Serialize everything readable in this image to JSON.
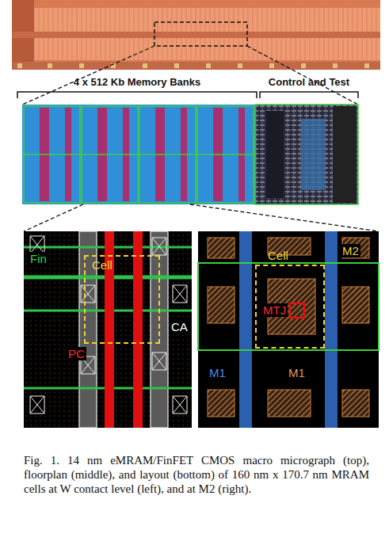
{
  "diagram": {
    "caption": "Fig. 1. 14 nm eMRAM/FinFET CMOS macro micrograph (top), floorplan (middle), and layout (bottom) of 160 nm x 170.7 nm MRAM cells at W contact level (left), and at M2 (right).",
    "nodes": [
      {
        "text": [
          "Cell"
        ]
      },
      {
        "text": [
          "Cell"
        ]
      }
    ],
    "labels": [
      "4 x 512 Kb Memory Banks",
      "Control and Test",
      "Fin",
      "PC",
      "CA",
      "M2",
      "MTJ",
      "M1",
      "M1"
    ]
  }
}
